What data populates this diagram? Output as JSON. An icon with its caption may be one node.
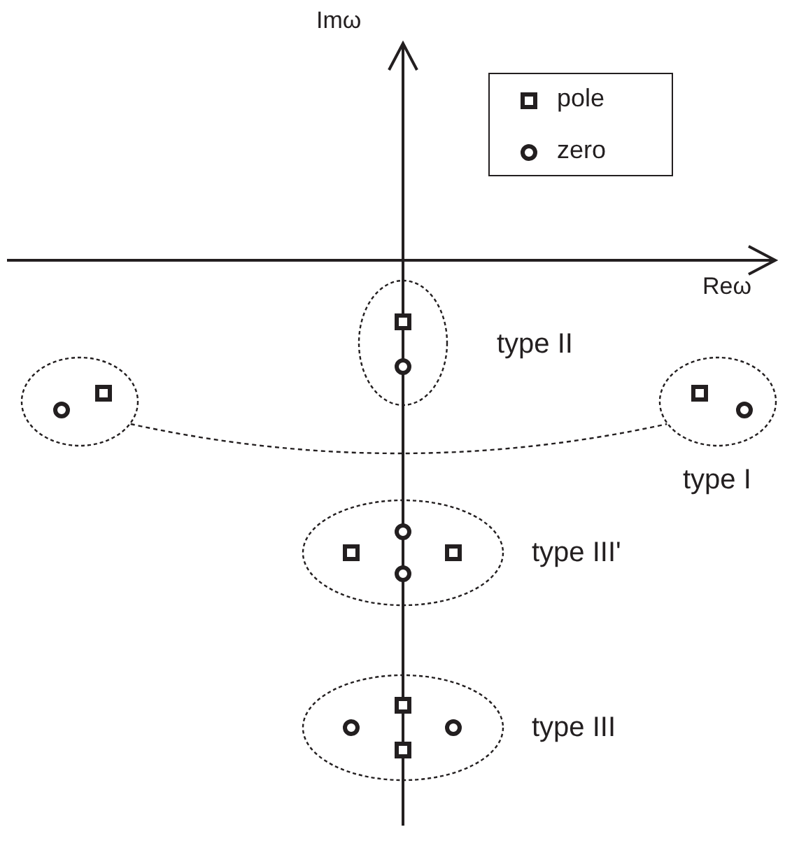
{
  "diagram": {
    "nodes": [
      {
        "text": [],
        "shape": "ellipse",
        "beside": [
          "type II"
        ]
      },
      {
        "text": [],
        "shape": "box",
        "in": 0
      },
      {
        "text": [],
        "shape": "circle",
        "in": 0
      },
      {
        "text": [],
        "shape": "ellipse"
      },
      {
        "text": [],
        "shape": "circle",
        "in": 3
      },
      {
        "text": [],
        "shape": "box",
        "in": 3
      },
      {
        "text": [],
        "shape": "ellipse",
        "beside": [
          "type I"
        ]
      },
      {
        "text": [],
        "shape": "box",
        "in": 6
      },
      {
        "text": [],
        "shape": "circle",
        "in": 6
      },
      {
        "text": [],
        "shape": "ellipse",
        "beside": [
          "type III'"
        ]
      },
      {
        "text": [],
        "shape": "circle",
        "in": 9
      },
      {
        "text": [],
        "shape": "box",
        "in": 9
      },
      {
        "text": [],
        "shape": "box",
        "in": 9
      },
      {
        "text": [],
        "shape": "circle",
        "in": 9
      },
      {
        "text": [],
        "shape": "ellipse",
        "beside": [
          "type III"
        ]
      },
      {
        "text": [],
        "shape": "box",
        "in": 14
      },
      {
        "text": [],
        "shape": "circle",
        "in": 14
      },
      {
        "text": [],
        "shape": "circle",
        "in": 14
      },
      {
        "text": [],
        "shape": "box",
        "in": 14
      }
    ],
    "edges": [
      {
        "from": 3,
        "to": 6,
        "arrow": "none",
        "style": "dashed"
      }
    ],
    "labels": [
      "Imω",
      "Reω"
    ],
    "legend": [
      {
        "text": "pole"
      },
      {
        "text": "zero"
      }
    ]
  }
}
